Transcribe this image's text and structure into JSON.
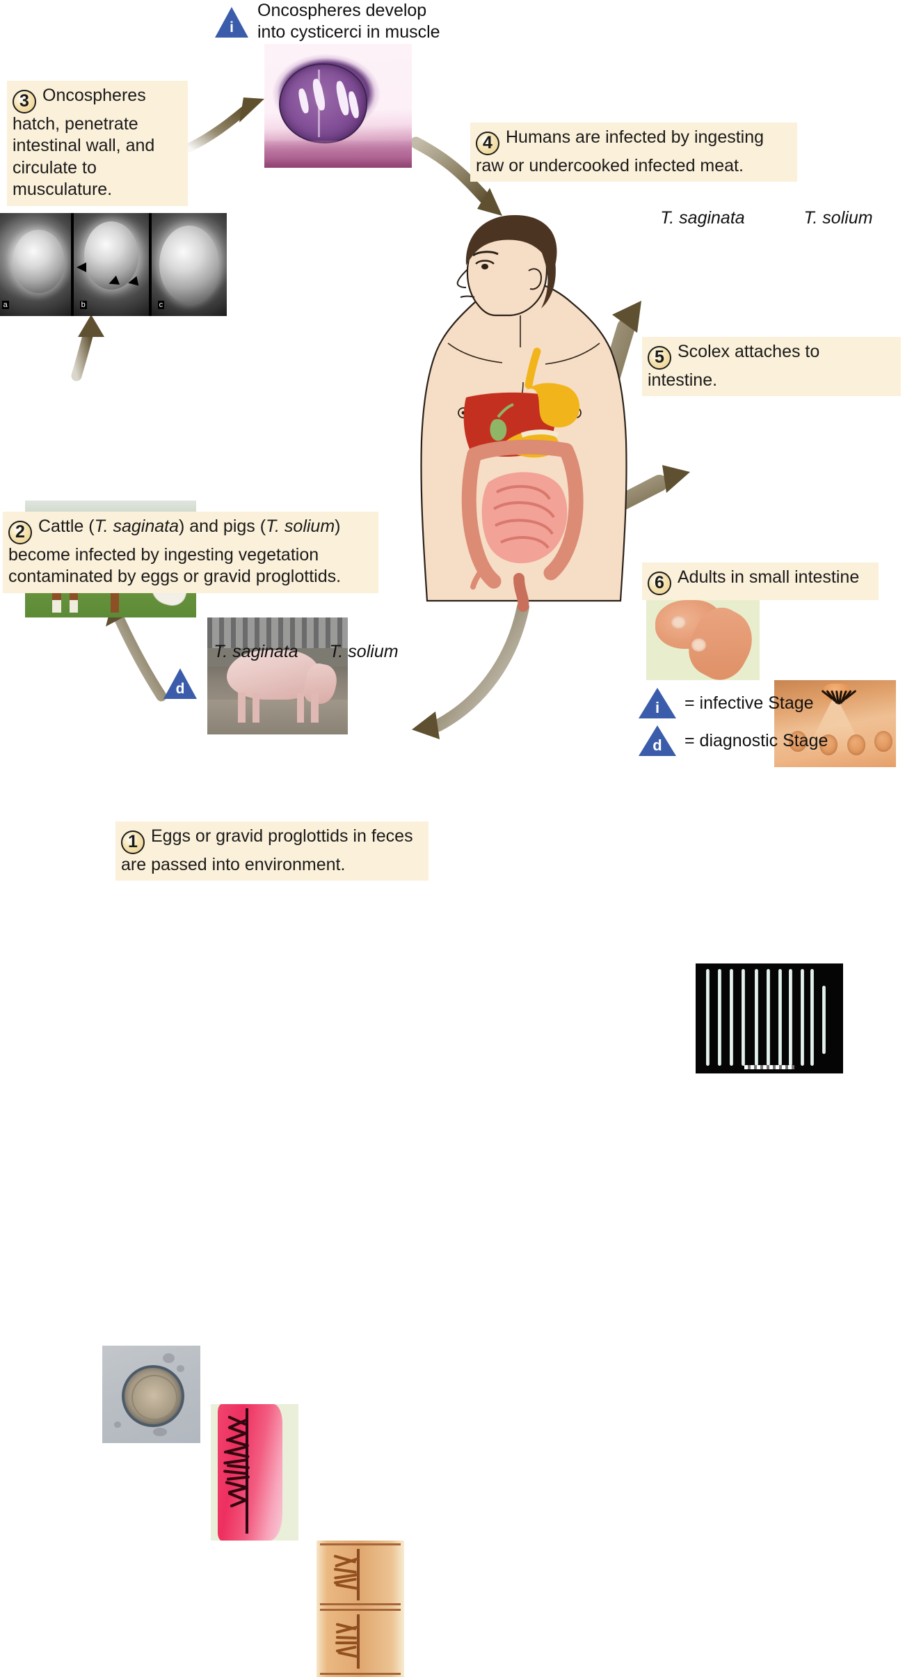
{
  "diagram": {
    "title": "Taenia (tapeworm) life cycle",
    "colors": {
      "callout_bg": "#fbf0d9",
      "callout_number_fill": "#f0dca6",
      "arrow": "#6b5b35",
      "stage_triangle": "#3a5caa",
      "text": "#111111"
    }
  },
  "top_label": {
    "icon": "infective-stage-triangle",
    "icon_glyph": "i",
    "line1": "Oncospheres develop",
    "line2": "into cysticerci in muscle"
  },
  "steps": [
    {
      "id": "step-1",
      "number": "1",
      "text": "Eggs or gravid proglottids in feces are passed into environment."
    },
    {
      "id": "step-2",
      "number": "2",
      "segments": [
        {
          "t": "Cattle (",
          "italic": false
        },
        {
          "t": "T. saginata",
          "italic": true
        },
        {
          "t": ") and pigs (",
          "italic": false
        },
        {
          "t": "T. solium",
          "italic": true
        },
        {
          "t": ") become infected by ingesting vegetation contaminated by eggs or gravid proglottids.",
          "italic": false
        }
      ],
      "plain_text": "Cattle (T. saginata) and pigs (T. solium) become infected by ingesting vegetation contaminated by eggs or gravid proglottids."
    },
    {
      "id": "step-3",
      "number": "3",
      "text": "Oncospheres hatch, penetrate intestinal wall, and circulate to musculature."
    },
    {
      "id": "step-4",
      "number": "4",
      "text": "Humans are infected by ingesting raw or undercooked infected meat."
    },
    {
      "id": "step-5",
      "number": "5",
      "text": "Scolex attaches to intestine."
    },
    {
      "id": "step-6",
      "number": "6",
      "text": "Adults in small intestine"
    }
  ],
  "species_labels": {
    "scolex_saginata": "T. saginata",
    "scolex_solium": "T. solium",
    "proglottid_saginata": "T. saginata",
    "proglottid_solium": "T. solium"
  },
  "legend": {
    "items": [
      {
        "glyph": "i",
        "label": "= infective Stage",
        "name": "infective-stage"
      },
      {
        "glyph": "d",
        "label": "= diagnostic Stage",
        "name": "diagnostic-stage"
      }
    ]
  },
  "stage_markers": {
    "infective_top": "i",
    "diagnostic_eggs": "d"
  },
  "images": {
    "cysticercus": "cysticercus-in-muscle-histology",
    "sem_eggs": "oncosphere-sem-panel",
    "sem_panel_tags": [
      "a",
      "b",
      "c"
    ],
    "cow": "grazing-cow-photo",
    "pig": "pig-in-pen-photo",
    "scolex_saginata": "t-saginata-scolex-micrograph",
    "scolex_solium": "t-solium-scolex-with-hooks-micrograph",
    "adult_worms": "adult-tapeworms-photo",
    "egg": "taenia-egg-micrograph",
    "proglottid_saginata": "t-saginata-gravid-proglottid-stained",
    "proglottid_solium": "t-solium-gravid-proglottid-stained",
    "human": "human-torso-with-digestive-tract"
  }
}
